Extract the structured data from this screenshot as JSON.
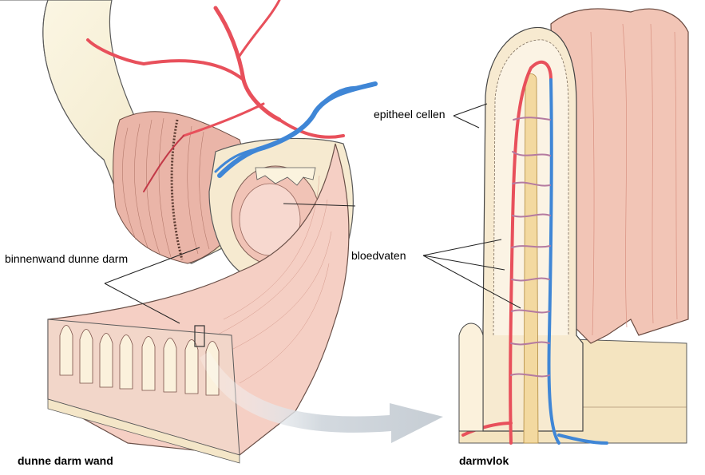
{
  "labels": {
    "epitheel": "epitheel cellen",
    "binnenwand": "binnenwand dunne darm",
    "bloedvaten": "bloedvaten",
    "caption_left": "dunne darm wand",
    "caption_right": "darmvlok"
  },
  "colors": {
    "intestine_outer": "#f7efd2",
    "muscle_pink": "#eab5a8",
    "mucosa_pink": "#f3c9be",
    "artery_red": "#e8505b",
    "vein_blue": "#3f86d6",
    "lymph_yellow": "#f3d9a0",
    "outline": "#4a4a4a",
    "arrow_gray": "#d6dbe0"
  }
}
